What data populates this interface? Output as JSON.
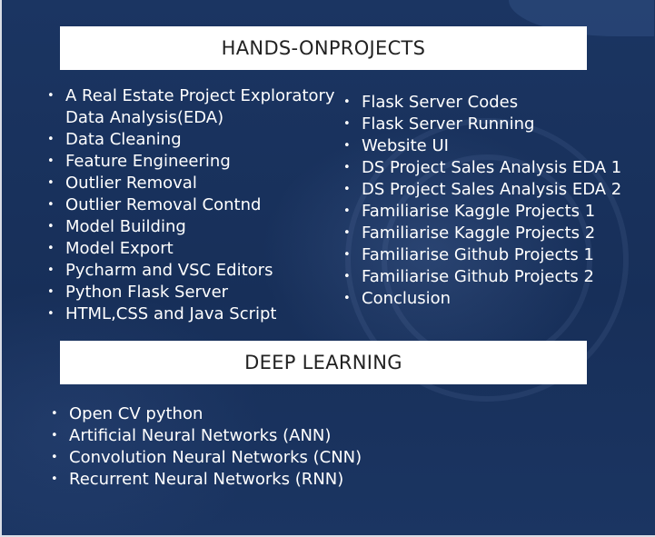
{
  "sections": {
    "hands_on": {
      "title": "HANDS-ONPROJECTS",
      "left_items": [
        "A Real Estate Project Exploratory Data Analysis(EDA)",
        "Data Cleaning",
        "Feature Engineering",
        "Outlier Removal",
        "Outlier Removal Contnd",
        "Model Building",
        "Model Export",
        "Pycharm and VSC Editors",
        "Python Flask Server",
        "HTML,CSS and Java Script"
      ],
      "right_items": [
        "Flask Server Codes",
        "Flask Server Running",
        "Website UI",
        "DS Project Sales Analysis EDA 1",
        "DS Project Sales Analysis EDA 2",
        "Familiarise Kaggle Projects 1",
        "Familiarise Kaggle Projects 2",
        "Familiarise Github Projects 1",
        "Familiarise Github Projects 2",
        "Conclusion"
      ]
    },
    "deep_learning": {
      "title": "DEEP LEARNING",
      "items": [
        "Open CV python",
        "Artificial Neural Networks (ANN)",
        "Convolution Neural Networks (CNN)",
        "Recurrent Neural Networks (RNN)"
      ]
    }
  },
  "colors": {
    "background": "#1a3360",
    "header_box": "#ffffff",
    "header_text": "#222222",
    "list_text": "#ffffff"
  }
}
